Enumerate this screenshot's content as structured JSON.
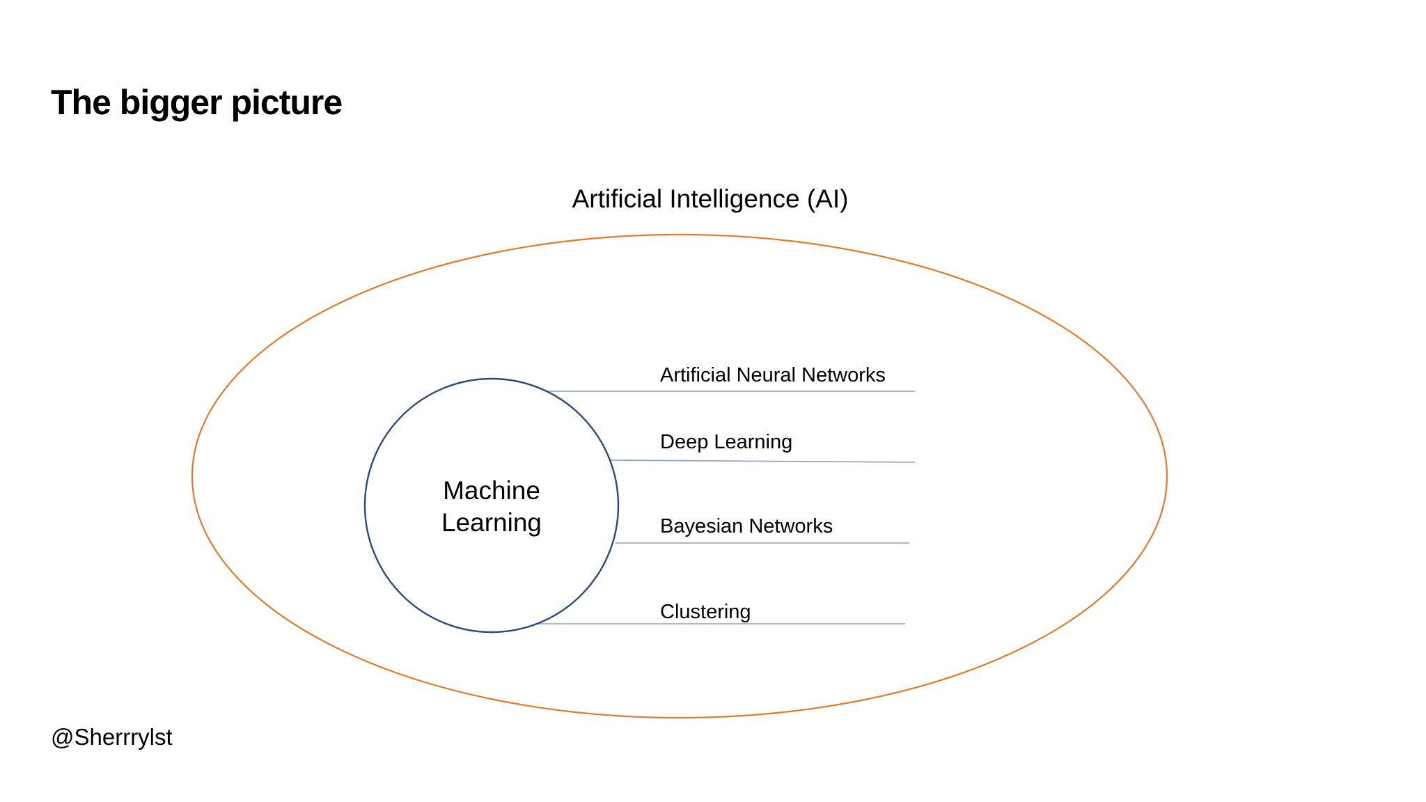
{
  "slide": {
    "title": "The bigger picture",
    "handle": "@Sherrrylst"
  },
  "diagram": {
    "outer_label": "Artificial Intelligence (AI)",
    "inner_label_line1": "Machine",
    "inner_label_line2": "Learning",
    "branches": [
      "Artificial Neural Networks",
      "Deep Learning",
      "Bayesian Networks",
      "Clustering"
    ],
    "colors": {
      "outer_ellipse": "#e07b2e",
      "inner_circle": "#2b4a7a",
      "branch_lines": "#8aa0c4"
    }
  }
}
